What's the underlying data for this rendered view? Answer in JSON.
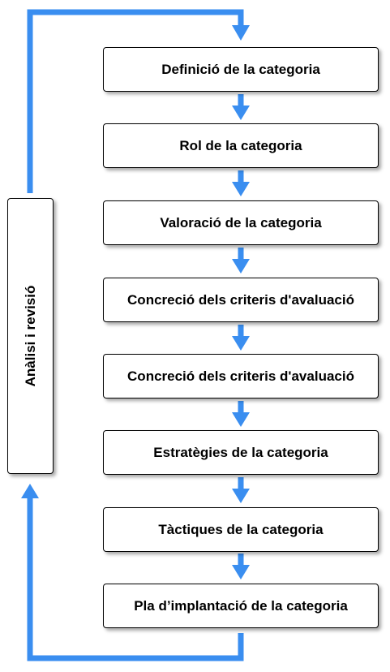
{
  "accent_color": "#3a8ef0",
  "steps": [
    {
      "label": "Definició de la categoria"
    },
    {
      "label": "Rol de la categoria"
    },
    {
      "label": "Valoració de la categoria"
    },
    {
      "label": "Concreció dels criteris d'avaluació"
    },
    {
      "label": "Concreció dels criteris d'avaluació"
    },
    {
      "label": "Estratègies de la categoria"
    },
    {
      "label": "Tàctiques de la categoria"
    },
    {
      "label": "Pla d’implantació de la categoria"
    }
  ],
  "feedback": {
    "label": "Anàlisi i revisió"
  }
}
